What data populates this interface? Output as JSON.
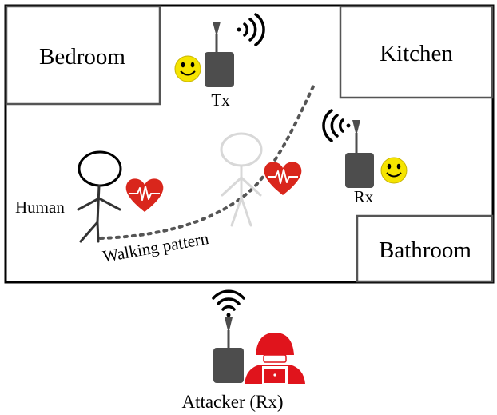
{
  "rooms": {
    "bedroom": "Bedroom",
    "kitchen": "Kitchen",
    "bathroom": "Bathroom"
  },
  "devices": {
    "transmitter": "Tx",
    "receiver": "Rx",
    "attacker": "Attacker (Rx)"
  },
  "people": {
    "human_label": "Human"
  },
  "path": {
    "label": "Walking pattern"
  },
  "colors": {
    "wall": "#000000",
    "room_border": "#555555",
    "device": "#4d4d4d",
    "heart": "#d9261c",
    "smiley": "#f5e400",
    "ghost_figure": "#d8d8d8",
    "attacker": "#e0141c",
    "dotted_path": "#555555"
  },
  "icons": [
    "antenna-icon",
    "wifi-signal-icon",
    "smiley-icon",
    "heartbeat-icon",
    "hacker-icon",
    "stick-figure-icon"
  ]
}
